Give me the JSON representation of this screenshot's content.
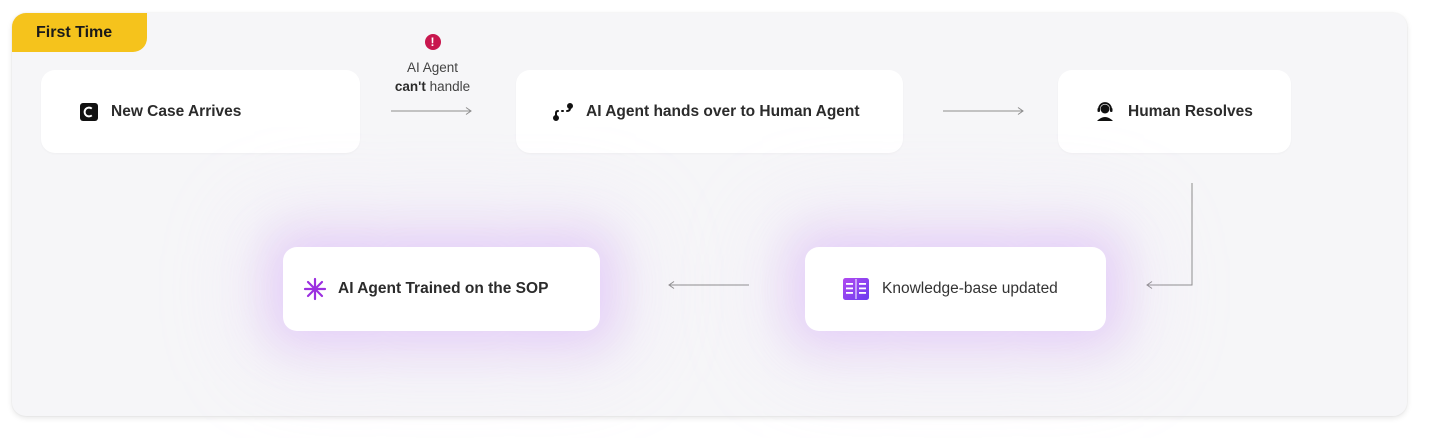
{
  "tag": {
    "label": "First Time"
  },
  "note": {
    "line1": "AI Agent",
    "bold": "can't",
    "rest": " handle"
  },
  "nodes": {
    "new_case": {
      "label": "New Case Arrives"
    },
    "handover": {
      "label": "AI Agent hands over to Human Agent"
    },
    "human_resolves": {
      "label": "Human Resolves"
    },
    "kb_updated": {
      "label": "Knowledge-base updated"
    },
    "trained": {
      "label": "AI Agent Trained on the SOP"
    }
  },
  "colors": {
    "tag": "#f5c31c",
    "alert": "#c8174e",
    "sparkle": "#9b2fe0",
    "book": "#8a3df0"
  }
}
